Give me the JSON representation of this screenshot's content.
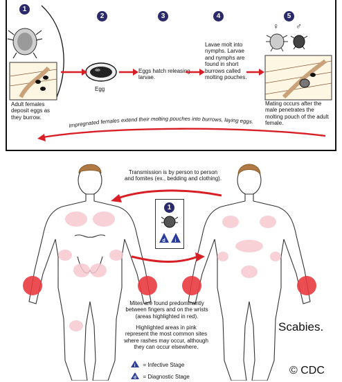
{
  "steps": [
    {
      "number": "1",
      "text": "Adult females deposit eggs as they burrow."
    },
    {
      "number": "2",
      "label": "Egg"
    },
    {
      "number": "3",
      "text": "Eggs hatch releasing larvae."
    },
    {
      "number": "4",
      "text": "Lavae molt into nymphs. Larvae and nymphs are found in short burrows called molting pouches."
    },
    {
      "number": "5",
      "text": "Mating occurs after the male penetrates the molting pouch of the adult female."
    }
  ],
  "sex_symbols": {
    "female": "♀",
    "male": "♂"
  },
  "return_arrow_text": "Impregnated females extend their molting pouches into burrows, laying eggs.",
  "transmission_text": [
    "Transmission is by person to person",
    "and fomites (ex., bedding and clothing)."
  ],
  "inset": {
    "number": "1",
    "stage_letters": [
      "d",
      "i"
    ]
  },
  "mites_text": [
    "Mites are found predominantly",
    "between fingers and on the wrists",
    "(areas highlighted in red)."
  ],
  "pink_text": [
    "Highlighted areas in pink",
    "represent the most common sites",
    "where rashes may occur, although",
    "they can occur elsewhere."
  ],
  "legend": [
    {
      "letter": "i",
      "text": "= Infective Stage"
    },
    {
      "letter": "d",
      "text": "= Diagnostic Stage"
    }
  ],
  "title": "Scabies.",
  "credit": "© CDC",
  "colors": {
    "arrow": "#d81f26",
    "step_circle": "#2a2a6b",
    "skin": "#ffffff",
    "hair": "#b07a45",
    "rash_pink": "#f6c9cf",
    "hand_red": "#e83b3f",
    "stage_blue": "#2b3d9b"
  }
}
